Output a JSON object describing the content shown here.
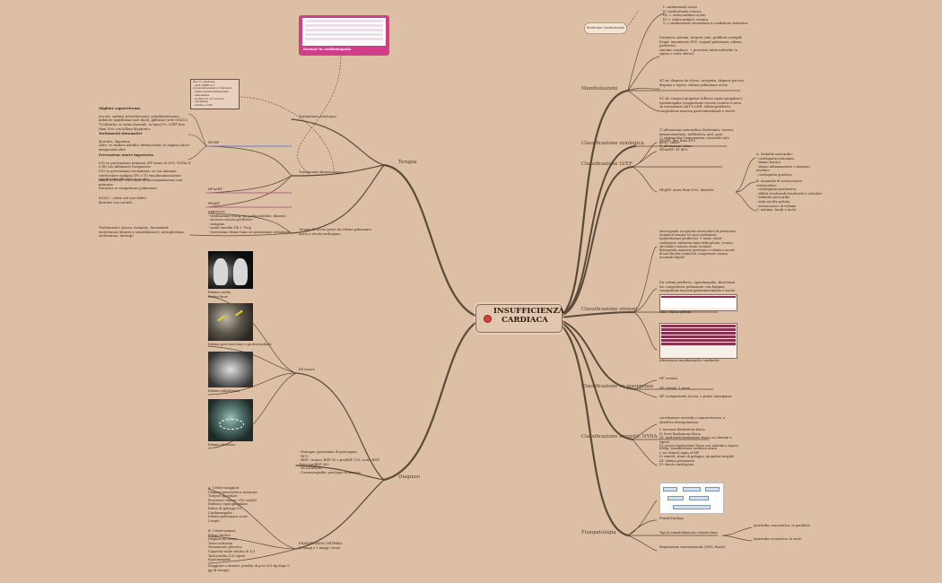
{
  "central": {
    "title": "INSUFFICIENZA CARDIACA"
  },
  "pink_card": {
    "caption": "Farmaci in cardiomiopatia"
  },
  "callout": {
    "label": "Sindrome Cardiorenale"
  },
  "right": {
    "cardiorenal": "I: cardiorenale acuto\nII: cardiorenale cronico\nIII: c. nefrocardiaco acuto\nIV: c. nefrocardiaco cronico\nV: c cardiorenale secondario a condizione sistemica",
    "manifestazioni": {
      "label": "Manifestazioni",
      "items": [
        "Sistemici: astenia, turgore cute, profilore carrigile\nSegni: incremento PVC, segnali polmonari, edema periferico\nsintomo cardiaco: + pressioni intracardiache (a riposo e sotto sforzo)",
        "SC sx: dispnea da sforzo, ortopnea, dispnea par-noi, dispnea a riposo, edema polmonare acuto",
        "SC dx: turgore giugulari (riflesso epato-giugulare), epatomegalia (congestione venosa cronica si nota su incremento AST e LDH, edemi periferici, congestione mucosa gastrointestinale e ascite"
      ]
    },
    "eziologica": {
      "label": "Classificazione eziologica",
      "text": "1) alterazione miocardica (ischemica, tossica, immunomediata, infiltrativa, met, gen)\n2) sindrapolor (tamponanta: anomalie valv, peric, endoc\n3) alterazione ritmo"
    },
    "lvef": {
      "label": "Classificazione LVEF",
      "items": [
        "HFrEF: less than 40%",
        "HFmrEF: 41-49%",
        "HFpEF: more than 50%, diastolic"
      ],
      "sub": [
        "A. Malattie miocardio:\n- cardiopatia ischemica\n- danno tossico\n- danno infiammatorio o immuno-mediato\n- cardiopatia genetica",
        "B. Anomalie di sovraccarico ventricolare:\n- cardiopatia ipertensiva\n- difetti strutturali strutturali e valvolari\n- malattia pericardio\n- stati ad alto gittata\n- sovraccarico di volume",
        "C. Aritmie: bradi e tachi"
      ]
    },
    "stenoni": {
      "label": "Classificazione stenoni",
      "text1": "Anterograda: incapacità ventricolare di perfusione (organi al minimo e/o poco perfusione (ipoperfusione periferica) -> ansie: shock cardiogeno, riduzione lume della gittata, cronico: atti bradi e intorno renali (oculari)\nRetrograda: aumento pressione a volante a monte di uno dei due ventricoli, congestione venosa, accumulo liquidi",
      "text2": "Dx: edemi periferici, epatomegalia, Rosettand\nSx: congestione polmonare con dispnea, congestione mucosa gastrointestinale e ascite",
      "cap1": "Alta e bassa gittata",
      "cap2": "Alterazioni emodinamiche cardiache"
    },
    "insorgenza": {
      "label": "Classificazione su insorgenza",
      "items": [
        "HF cronica",
        "HF stabile, 1 mese",
        "HF scompensata (acuta, o prima insorgenza"
      ]
    },
    "nyha": {
      "label": "Classificazione severità: NYHA",
      "items": [
        "correlazione severità o sopravvivenza, a obiettivo disregolazione",
        "I: nessuna limitazione fisica\nII: lieve limitazione fisica\nIII: moderata limitazione fisica, no sintomi a riposo\nIV: severa limitazione fisica con sintomi a riposo",
        "KHlip: Insufficienza cardiaca acuta\nI: no clinical signs of HF\nII: rantoli, ritmo di galoppo, giugulari turgide\nIII: edema polmonare\nIV: shock cardiogeno"
      ]
    },
    "fisiopatologia": {
      "label": "Fisiopatologia",
      "items": [
        "Frank-Starling",
        "Tipi di rimodellamento ventricolare",
        "Regolazione neurormonale (SNS, RAAS)"
      ],
      "sub": [
        "Ipertrofia concentrica: in parallelo",
        "Ipertrofia eccentrica: in serie"
      ]
    }
  },
  "left": {
    "terapia": {
      "label": "Terapia",
      "eziologico": "Trattamento eziologico",
      "farmacologico": "Trattamento farmacologico",
      "note": "Blocco graduale\n- ACE-I/ARB ecc progressivamente riducendo\n- idem sacubitril/valsartan\n- ivabradina\n- be-Blocca con diuresi\n- warfarina\n- statine e bbk",
      "groups": [
        {
          "title": "Migliore sopravvivenza",
          "text": "Ace-inr, sartani, beta-bloccanti, antialdosteronici, inibitore neprilisina (sart dual), glifozine (sote SGLT2), *Codisatbo: se ritmo sinusale, in lipos/7%, LVEF less than 35% con hillary bloptorico"
        },
        {
          "title": "Trattamenti sintomatici",
          "text": "diuretici, digossina\nAltre: se modica inibifico ifermaordial, se angina calcio-antagonisti altre"
        },
        {
          "title": "Prevenzione morte improvvisa",
          "text": "ICD se prevenzione primaria (EF meno di 35%, NYHA II e III) con fallimento terapeutico\nICD se prevenzione secondaria: se con animate ventricolare maligna (FV e TV emodinamicamente significativo (Eccetto in acute)"
        }
      ],
      "hfref": "HFrEF",
      "hfmref_text": "simile a HFrEF con classe di raccomandazione non primaria\nDiuretici se congestione polmonare",
      "hfmref": "HFmrEF",
      "hfpef_text": "SGLT2 - calcio ant non diidro\ndiuretici con cautela",
      "hfpef": "HFpEF",
      "acute_text": "Trattamento: (posca, ossigeno, furosemide endovenosa (diuresi o vasodilatatori), nitroglicerina endovenosa, inotrop)",
      "approccio": "Approccio:\n- ventilazione (ossig, pa, polmonitetide, diuresi)\n- Accesso venoso periferico\n- ossigeno\n- monit emodin CK + Trop\n- Correzione Swan-Ganz se ipotensione refrattaria",
      "acute": "Terapia IC acuta grave da edema polmonare acuto e shock cardiogeno"
    },
    "diagnosi": {
      "label": "Diagnosi",
      "rx": "RX torace",
      "rx_caps": [
        "Edema cardio\nKerley linee",
        "Edema peri-vascolare e peribronchiale",
        "Edema subpleurico",
        "Edema alveolare"
      ],
      "exams": "- Esitogas: ipossiemia di ipercapnia\n- ECG\n- BNP: cronico BNP 35 e proBNP 125; acuto BNP 100 e proBNP 300\n- ECOCARDIO\n- Coronarografia: patologia ischemica",
      "criteria_a": "A. Criteri maggiori:\nDispnea parossistica notturna\nTurgore giugulari\nPressione venosa +16 cmH20\nReflusso epatogiugulare\nRitmo di galoppo S3\nCardiomegalia\nEdema polmonare acuto\nCrepiti",
      "criteria_b": "B. Criteri minori:\nEdemi declivi\nDispnea da sforzo\nTosse notturna\nVersamento pleurico\nCapacità vitale ridotta di 1/3\nTachicardia (120 bpm)\nEpatomegalia",
      "criteria_c": "Maggiore o minore: perdita di peso 4,5 kg dopo 5 gg di terapia",
      "framingham": "FRAMINGHAM CRITERIA\n(2 magg o 1 magg+2min)"
    }
  }
}
